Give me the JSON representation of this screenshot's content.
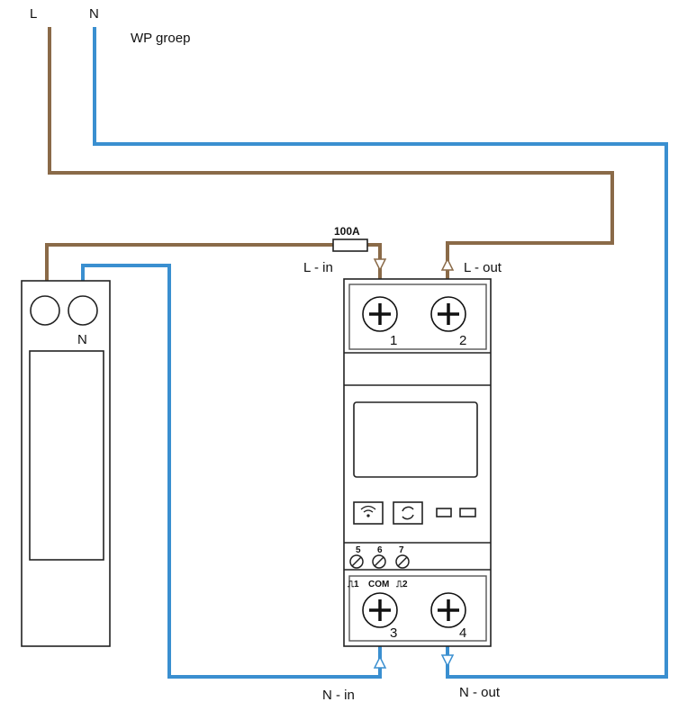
{
  "labels": {
    "line": "L",
    "neutral": "N",
    "group": "WP groep",
    "fuse": "100A",
    "l_in": "L - in",
    "l_out": "L - out",
    "n_in": "N - in",
    "n_out": "N - out",
    "left_device_n": "N"
  },
  "meter": {
    "terminals_top": [
      "1",
      "2"
    ],
    "terminals_bottom": [
      "3",
      "4"
    ],
    "aux_terminals": [
      "5",
      "6",
      "7"
    ],
    "pulse_labels": [
      "⎍1",
      "COM",
      "⎍2"
    ]
  },
  "colors": {
    "line_wire": "#8a6a48",
    "neutral_wire": "#3a8fd0"
  }
}
